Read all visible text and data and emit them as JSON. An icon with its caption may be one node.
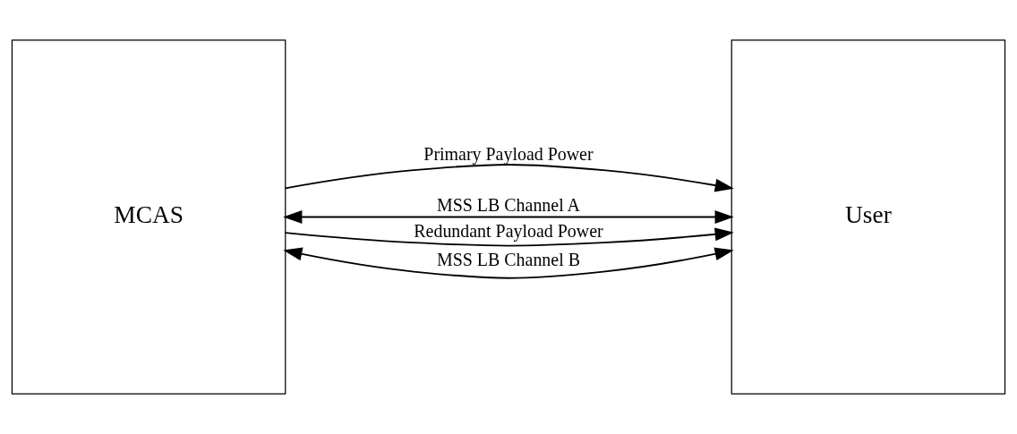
{
  "diagram": {
    "nodes": [
      {
        "text": [
          "MCAS"
        ]
      },
      {
        "text": [
          "User"
        ]
      }
    ],
    "edges": [
      {
        "from": 0,
        "to": 1,
        "arrow": "to",
        "label": "Primary Payload Power"
      },
      {
        "from": 0,
        "to": 1,
        "arrow": "both",
        "label": "MSS LB Channel A"
      },
      {
        "from": 0,
        "to": 1,
        "arrow": "to",
        "label": "Redundant Payload Power"
      },
      {
        "from": 0,
        "to": 1,
        "arrow": "both",
        "label": "MSS LB Channel B"
      }
    ]
  }
}
